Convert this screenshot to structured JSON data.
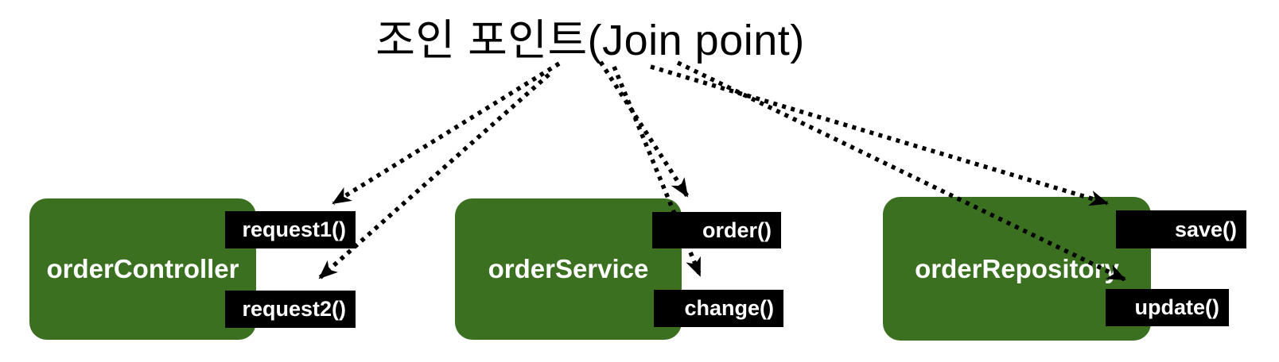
{
  "title": "조인 포인트(Join point)",
  "colors": {
    "component_green": "#3a7020",
    "method_label_bg": "#000000",
    "method_label_text": "#ffffff",
    "title_text": "#000000",
    "arrow": "#000000"
  },
  "components": [
    {
      "name": "orderController",
      "methods": [
        "request1()",
        "request2()"
      ]
    },
    {
      "name": "orderService",
      "methods": [
        "order()",
        "change()"
      ]
    },
    {
      "name": "orderRepository",
      "methods": [
        "save()",
        "update()"
      ]
    }
  ]
}
